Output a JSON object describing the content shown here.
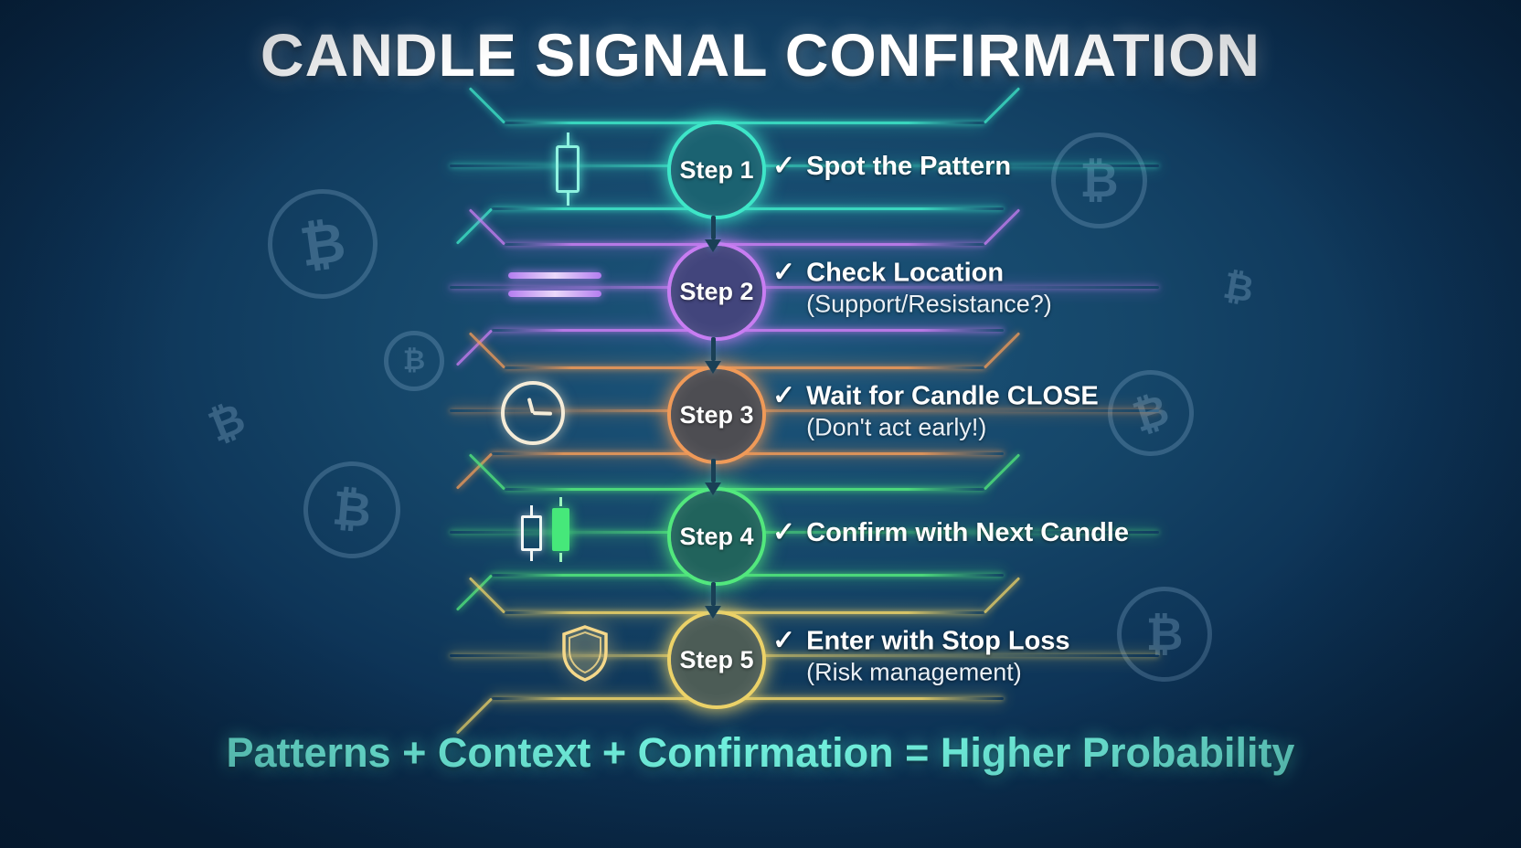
{
  "title": "CANDLE SIGNAL CONFIRMATION",
  "footer": "Patterns + Context + Confirmation = Higher Probability",
  "check_glyph": "✓",
  "bitcoin_glyph": "₿",
  "colors": {
    "background": "#123d60",
    "title_text": "#ffffff",
    "footer_text": "#70efdc",
    "arrow": "#1a4056"
  },
  "steps": [
    {
      "title": "Step 1",
      "line1": "Spot the Pattern",
      "line2": "",
      "color": "#3ee6c8",
      "icon": "candlestick-icon"
    },
    {
      "title": "Step 2",
      "line1": "Check Location",
      "line2": "(Support/Resistance?)",
      "color": "#c87df2",
      "icon": "support-resistance-lines-icon"
    },
    {
      "title": "Step 3",
      "line1": "Wait for Candle CLOSE",
      "line2": "(Don't act early!)",
      "color": "#f09a58",
      "icon": "clock-icon"
    },
    {
      "title": "Step 4",
      "line1": "Confirm with Next Candle",
      "line2": "",
      "color": "#52e87d",
      "icon": "confirmation-candles-icon"
    },
    {
      "title": "Step 5",
      "line1": "Enter with Stop Loss",
      "line2": "(Risk management)",
      "color": "#ecd268",
      "icon": "shield-icon"
    }
  ]
}
